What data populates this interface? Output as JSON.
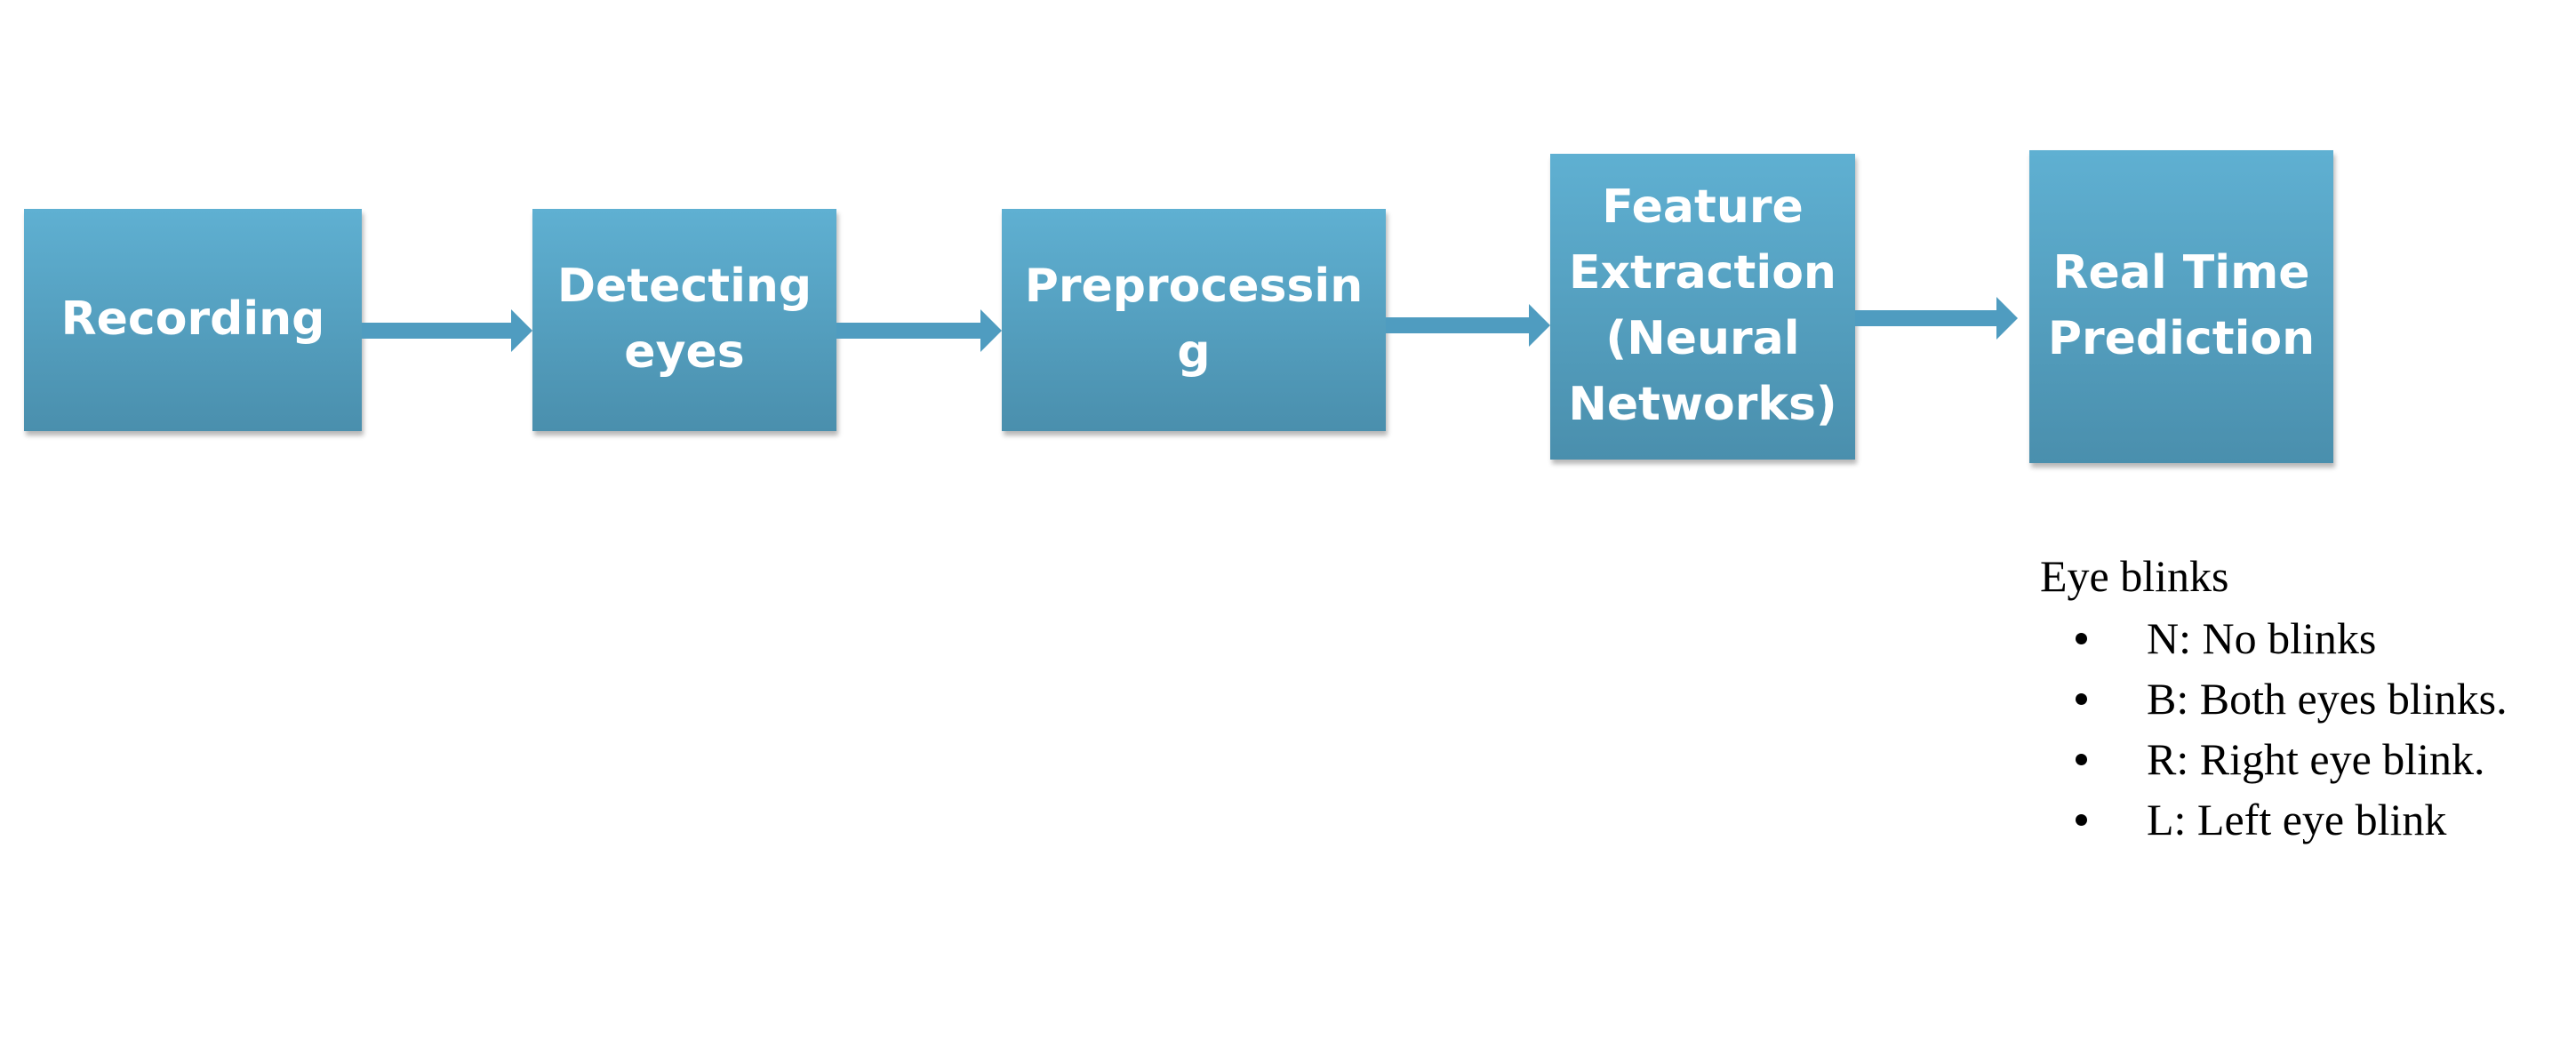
{
  "diagram": {
    "nodes": [
      {
        "id": "recording",
        "label": "Recording"
      },
      {
        "id": "detecting-eyes",
        "label": "Detecting\neyes"
      },
      {
        "id": "preprocessing",
        "label": "Preprocessin\ng"
      },
      {
        "id": "feature-extraction",
        "label": "Feature\nExtraction\n(Neural\nNetworks)"
      },
      {
        "id": "real-time-prediction",
        "label": "Real Time\nPrediction"
      }
    ],
    "edges": [
      {
        "from": "recording",
        "to": "detecting-eyes"
      },
      {
        "from": "detecting-eyes",
        "to": "preprocessing"
      },
      {
        "from": "preprocessing",
        "to": "feature-extraction"
      },
      {
        "from": "feature-extraction",
        "to": "real-time-prediction"
      }
    ],
    "colors": {
      "box_top": "#5fb0d2",
      "box_bottom": "#4a8fad",
      "arrow": "#4f9cc0",
      "text": "#ffffff"
    }
  },
  "legend": {
    "title": "Eye blinks",
    "items": [
      "N: No blinks",
      "B: Both eyes blinks.",
      "R: Right eye blink.",
      "L: Left eye blink"
    ]
  }
}
